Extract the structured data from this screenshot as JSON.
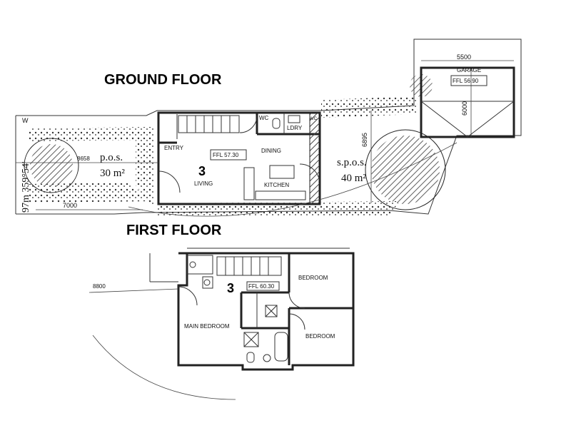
{
  "headings": {
    "ground": "GROUND FLOOR",
    "first": "FIRST FLOOR"
  },
  "ground_floor": {
    "pos_label": "p.o.s.",
    "pos_area": "30 m²",
    "spos_label": "s.p.o.s.",
    "spos_area": "40 m²",
    "unit_number": "3",
    "living": "LIVING",
    "entry": "ENTRY",
    "dining": "DINING",
    "kitchen": "KITCHEN",
    "wc": "WC",
    "ldry": "LDRY",
    "ac": "A/C",
    "ffl": "FFL 57.30",
    "garage": "GARAGE",
    "garage_ffl": "FFL 56.90",
    "dim_5500": "5500",
    "dim_6000": "6000",
    "dim_6895": "6895",
    "dim_8658": "8658",
    "dim_7000": "7000",
    "boundary": "97m 359°54'",
    "w_mark": "W"
  },
  "first_floor": {
    "unit_number": "3",
    "ffl": "FFL 60.30",
    "main_bedroom": "MAIN BEDROOM",
    "bedroom_1": "BEDROOM",
    "bedroom_2": "BEDROOM",
    "dim_8800": "8800"
  },
  "colors": {
    "line": "#222222",
    "hatch": "#555555",
    "background": "#ffffff"
  }
}
